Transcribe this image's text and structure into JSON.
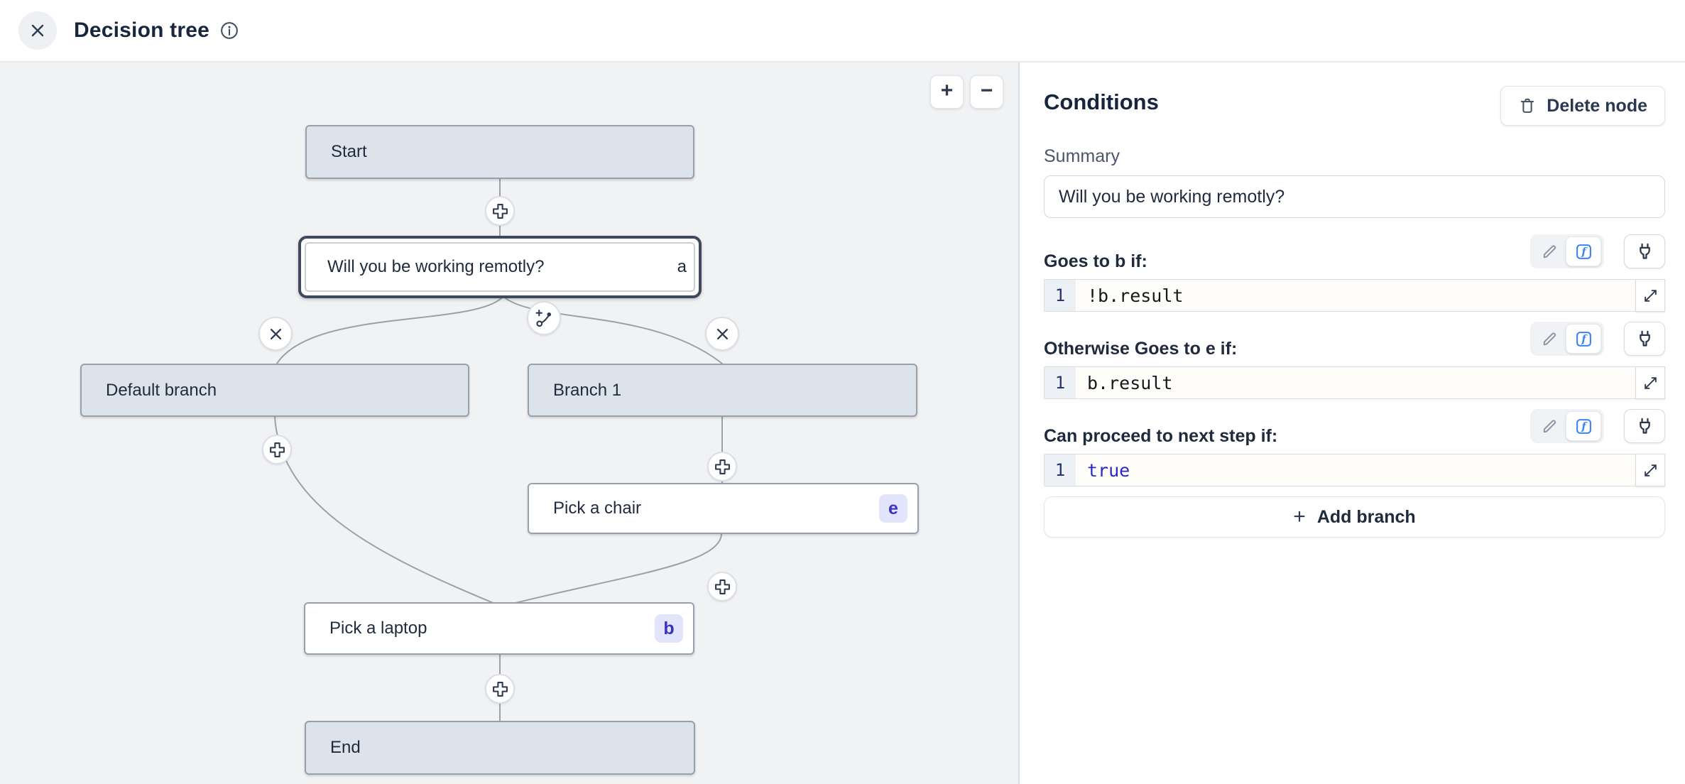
{
  "header": {
    "title": "Decision tree"
  },
  "canvas": {
    "zoom_in_label": "+",
    "zoom_out_label": "−",
    "nodes": [
      {
        "label": "Start"
      },
      {
        "label": "Will you be working remotly?",
        "badge": "a"
      },
      {
        "label": "Default branch"
      },
      {
        "label": "Branch 1"
      },
      {
        "label": "Pick a chair",
        "badge": "e"
      },
      {
        "label": "Pick a laptop",
        "badge": "b"
      },
      {
        "label": "End"
      }
    ]
  },
  "panel": {
    "title": "Conditions",
    "delete_button_label": "Delete node",
    "summary_label": "Summary",
    "summary_value": "Will you be working remotly?",
    "sections": [
      {
        "label": "Goes to b if:",
        "line_number": "1",
        "code": "!b.result"
      },
      {
        "label": "Otherwise Goes to e if:",
        "line_number": "1",
        "code": "b.result"
      },
      {
        "label": "Can proceed to next step if:",
        "line_number": "1",
        "code": "true"
      }
    ],
    "add_branch_plus": "+",
    "add_branch_label": "Add branch"
  },
  "colors": {
    "canvas_bg": "#f1f2f4",
    "node_fill": "#dde3ea",
    "node_border": "#97a0ab",
    "selected_border": "#3e4a5b",
    "badge_bg": "#e1e4fb",
    "badge_text": "#3a33c0",
    "accent_blue": "#3b82f6",
    "keyword_blue": "#2a28c8",
    "edge_gray": "#9aa1a9"
  }
}
